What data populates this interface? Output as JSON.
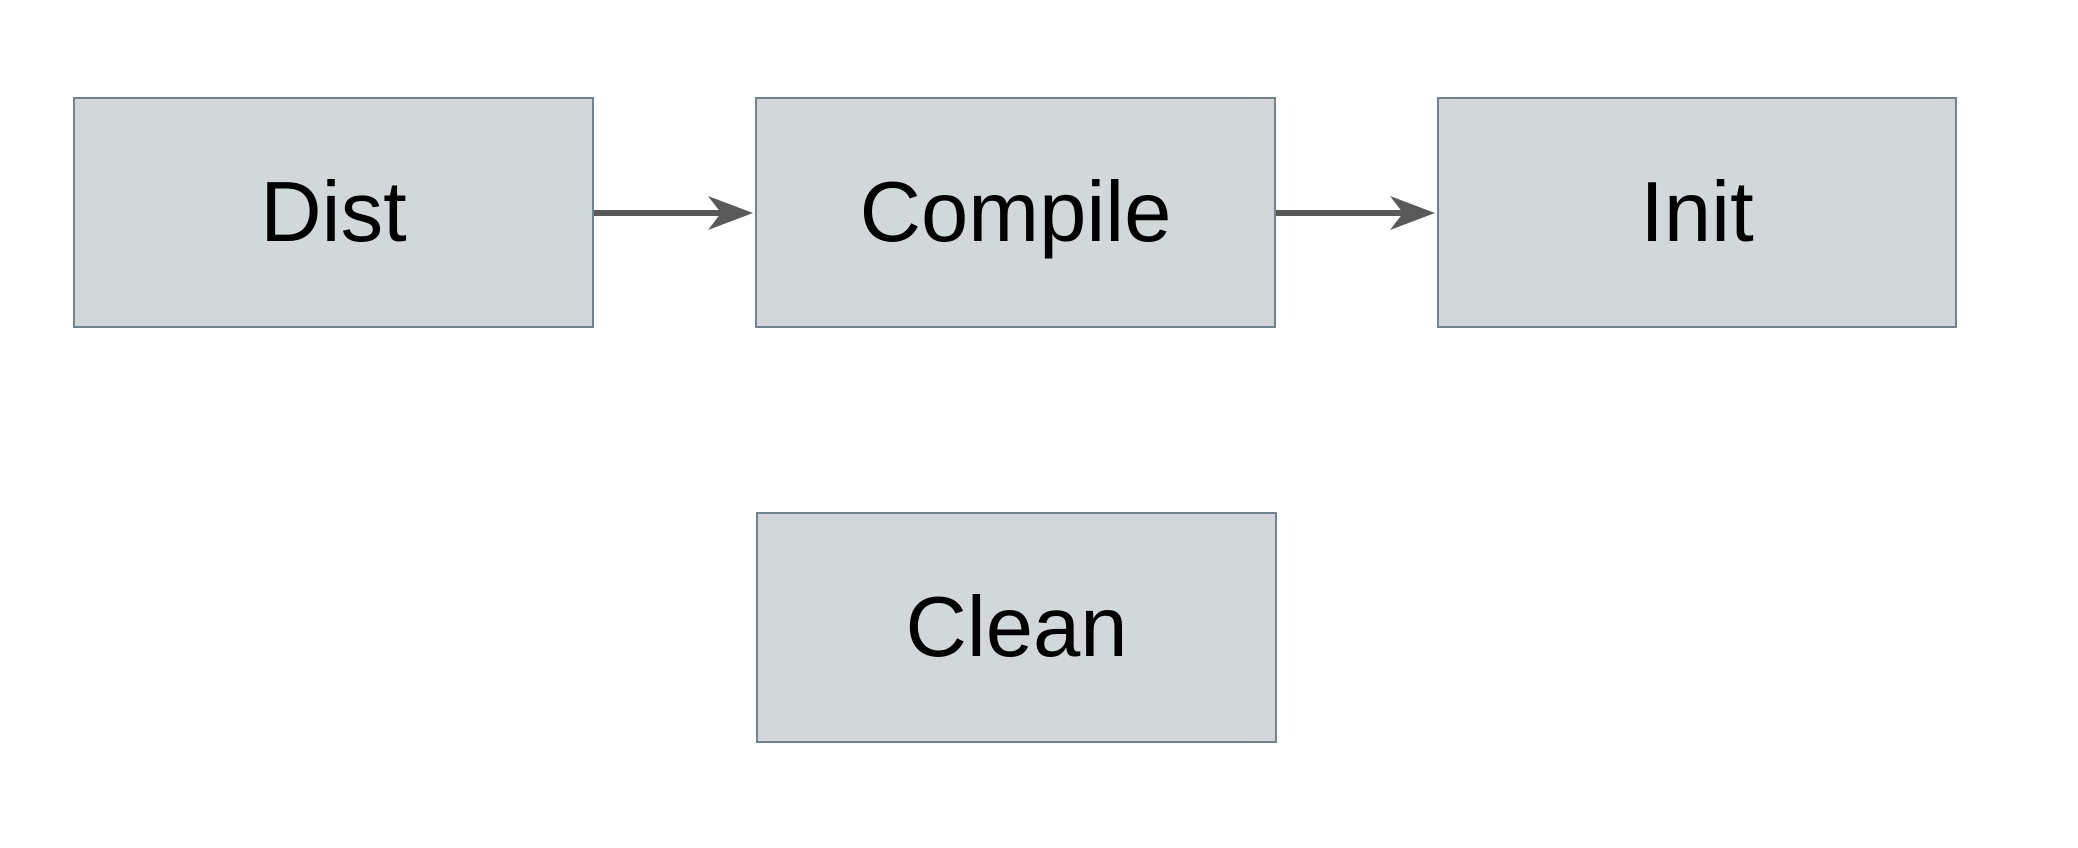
{
  "diagram": {
    "nodes": [
      {
        "id": "dist",
        "label": "Dist"
      },
      {
        "id": "compile",
        "label": "Compile"
      },
      {
        "id": "init",
        "label": "Init"
      },
      {
        "id": "clean",
        "label": "Clean"
      }
    ],
    "edges": [
      {
        "from": "Dist",
        "to": "Compile"
      },
      {
        "from": "Compile",
        "to": "Init"
      }
    ],
    "colors": {
      "background": "#ffffff",
      "node_fill": "#d2d8da",
      "node_border": "#72858f",
      "label": "#000000",
      "arrow": "#595959"
    }
  }
}
